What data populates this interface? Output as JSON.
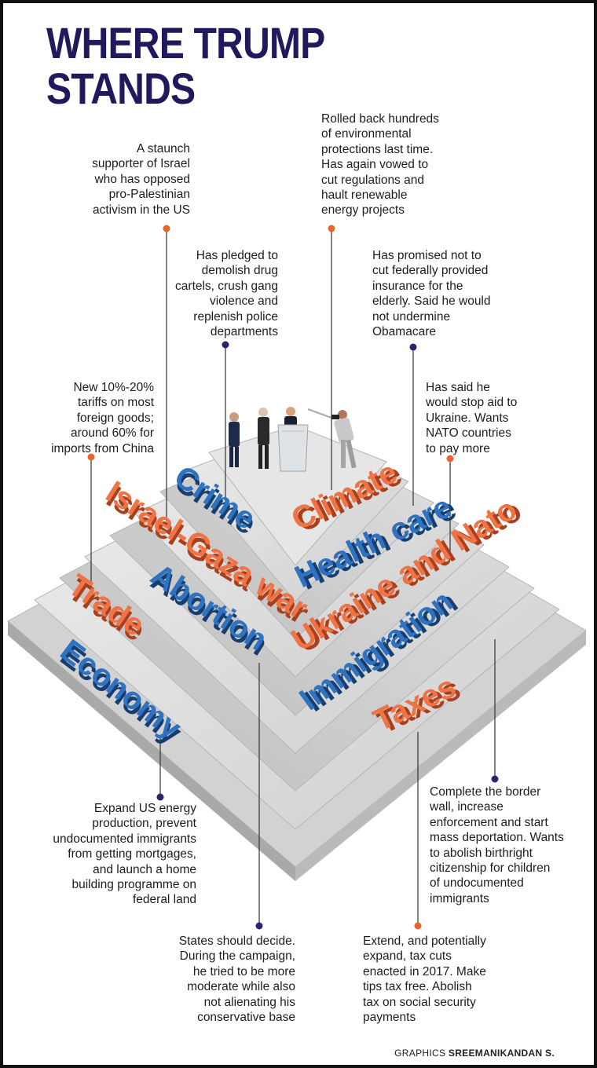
{
  "title_lines": [
    "WHERE TRUMP",
    "STANDS"
  ],
  "colors": {
    "title": "#1f1a5c",
    "orange": "#e86a3a",
    "blue": "#2b6cb0",
    "navy_dot": "#2a2470",
    "orange_dot": "#e8662e",
    "stone": "#d9d9d9"
  },
  "topics": {
    "israel_gaza": "Israel-Gaza war",
    "crime": "Crime",
    "climate": "Climate",
    "health_care": "Health care",
    "trade": "Trade",
    "abortion": "Abortion",
    "ukraine_nato": "Ukraine and Nato",
    "economy": "Economy",
    "immigration": "Immigration",
    "taxes": "Taxes"
  },
  "notes": {
    "israel_gaza": "A staunch\nsupporter of Israel\nwho has opposed\npro-Palestinian\nactivism in the US",
    "climate": "Rolled back hundreds\nof environmental\nprotections last time.\nHas again vowed to\ncut regulations and\nhault renewable\nenergy projects",
    "crime": "Has pledged to\ndemolish drug\ncartels, crush gang\nviolence and\nreplenish police\ndepartments",
    "health_care": "Has promised not to\ncut federally provided\ninsurance for the\nelderly. Said he would\nnot undermine\nObamacare",
    "trade": "New 10%-20%\ntariffs on most\nforeign goods;\naround 60% for\nimports from China",
    "ukraine_nato": "Has said he\nwould stop aid to\nUkraine. Wants\nNATO countries\nto pay more",
    "economy": "Expand US energy\nproduction, prevent\nundocumented immigrants\nfrom getting mortgages,\nand launch a home\nbuilding programme on\nfederal land",
    "immigration": "Complete the border\nwall, increase\nenforcement and start\nmass deportation. Wants\nto abolish birthright\ncitizenship for children\nof undocumented\nimmigrants",
    "abortion": "States should decide.\nDuring the campaign,\nhe tried to be more\nmoderate while also\nnot alienating his\nconservative base",
    "taxes": "Extend, and potentially\nexpand, tax cuts\nenacted in 2017. Make\ntips tax free. Abolish\ntax on social security\npayments"
  },
  "credit": {
    "prefix": "GRAPHICS",
    "name": "SREEMANIKANDAN S."
  }
}
